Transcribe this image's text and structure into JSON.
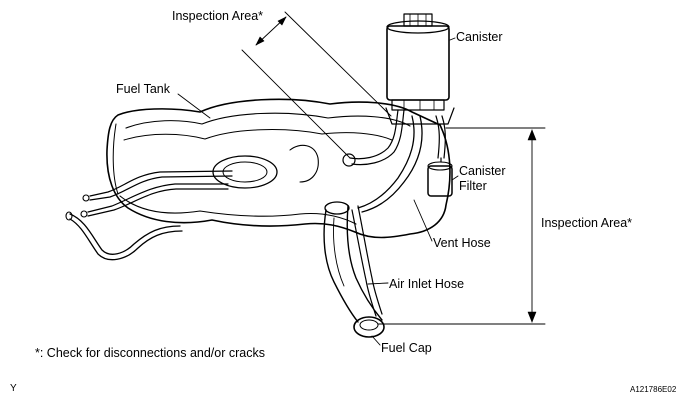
{
  "labels": {
    "inspection_area_top": "Inspection Area*",
    "canister": "Canister",
    "fuel_tank": "Fuel Tank",
    "canister_filter_line1": "Canister",
    "canister_filter_line2": "Filter",
    "vent_hose": "Vent Hose",
    "inspection_area_right": "Inspection Area*",
    "air_inlet_hose": "Air Inlet Hose",
    "fuel_cap": "Fuel Cap"
  },
  "footnote": "*: Check for disconnections and/or cracks",
  "corner_mark": "Y",
  "figure_code": "A121786E02"
}
